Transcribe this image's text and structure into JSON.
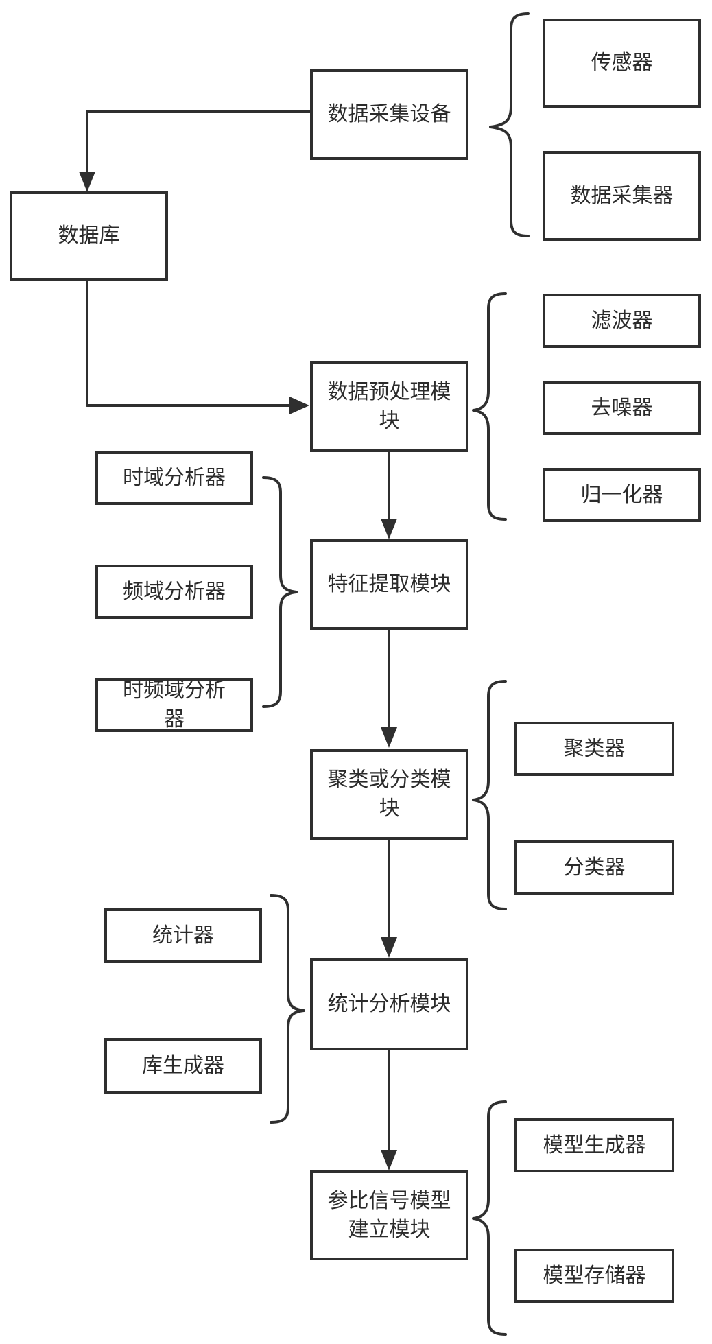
{
  "modules": {
    "acquisition": "数据采集设备",
    "database": "数据库",
    "preprocessing": "数据预处理模块",
    "feature_extraction": "特征提取模块",
    "clustering_classification": "聚类或分类模块",
    "statistical_analysis": "统计分析模块",
    "model_building": "参比信号模型建立模块"
  },
  "components": {
    "sensor": "传感器",
    "data_collector": "数据采集器",
    "filter": "滤波器",
    "denoiser": "去噪器",
    "normalizer": "归一化器",
    "time_domain_analyzer": "时域分析器",
    "frequency_domain_analyzer": "频域分析器",
    "time_frequency_analyzer": "时频域分析器",
    "clusterer": "聚类器",
    "classifier": "分类器",
    "counter": "统计器",
    "library_generator": "库生成器",
    "model_generator": "模型生成器",
    "model_storage": "模型存储器"
  }
}
